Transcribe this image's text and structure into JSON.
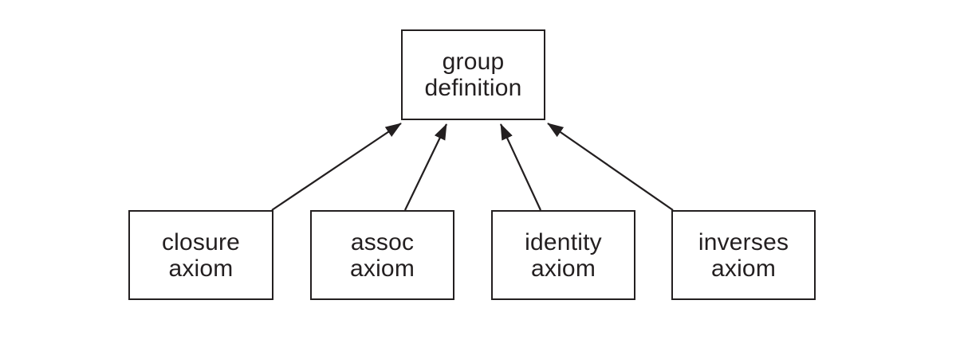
{
  "diagram": {
    "background_color": "#ffffff",
    "line_color": "#231f20",
    "nodes": {
      "group_definition": {
        "label": "group\ndefinition"
      },
      "closure_axiom": {
        "label": "closure\naxiom"
      },
      "assoc_axiom": {
        "label": "assoc\naxiom"
      },
      "identity_axiom": {
        "label": "identity\naxiom"
      },
      "inverses_axiom": {
        "label": "inverses\naxiom"
      }
    },
    "edges": [
      {
        "from": "closure_axiom",
        "to": "group_definition",
        "style": "arrow"
      },
      {
        "from": "assoc_axiom",
        "to": "group_definition",
        "style": "arrow"
      },
      {
        "from": "identity_axiom",
        "to": "group_definition",
        "style": "arrow"
      },
      {
        "from": "inverses_axiom",
        "to": "group_definition",
        "style": "arrow"
      }
    ]
  }
}
